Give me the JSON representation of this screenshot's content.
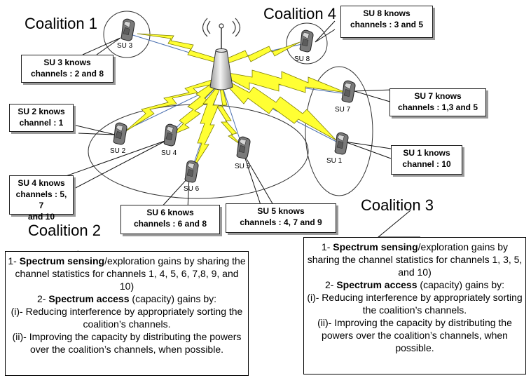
{
  "coalitions": {
    "c1": "Coalition 1",
    "c2": "Coalition 2",
    "c3": "Coalition 3",
    "c4": "Coalition 4"
  },
  "su_names": {
    "su1": "SU 1",
    "su2": "SU 2",
    "su3": "SU 3",
    "su4": "SU 4",
    "su5": "SU 5",
    "su6": "SU 6",
    "su7": "SU 7",
    "su8": "SU 8"
  },
  "knowledge": {
    "su8": [
      "SU 8 knows",
      "channels : 3 and 5"
    ],
    "su3": [
      "SU 3 knows",
      "channels : 2 and 8"
    ],
    "su7": [
      "SU 7 knows",
      "channels : 1,3 and 5"
    ],
    "su2": [
      "SU 2 knows",
      "channel : 1"
    ],
    "su1": [
      "SU 1 knows",
      "channel : 10"
    ],
    "su4": [
      "SU 4 knows",
      "channels : 5, 7",
      "and 10"
    ],
    "su6": [
      "SU 6 knows",
      "channels : 6 and 8"
    ],
    "su5": [
      "SU 5 knows",
      "channels : 4, 7 and 9"
    ]
  },
  "coalition2_box": {
    "l1_prefix": "1- ",
    "l1_bold": "Spectrum sensing",
    "l1_rest": "/exploration gains by sharing the channel statistics for channels 1, 4, 5, 6, 7,8, 9, and 10)",
    "l2_prefix": "2- ",
    "l2_bold": "Spectrum access",
    "l2_rest": " (capacity) gains by:",
    "l3": "(i)- Reducing interference by appropriately sorting the coalition’s channels.",
    "l4": "(ii)- Improving the capacity by distributing the powers over the coalition’s channels, when possible."
  },
  "coalition3_box": {
    "l1_prefix": "1- ",
    "l1_bold": "Spectrum sensing",
    "l1_rest": "/exploration gains by sharing the channel statistics for channels 1, 3, 5, and 10)",
    "l2_prefix": "2- ",
    "l2_bold": "Spectrum access",
    "l2_rest": " (capacity) gains by:",
    "l3": "(i)- Reducing interference by appropriately sorting the coalition’s channels.",
    "l4": "(ii)- Improving the capacity by distributing the powers over the coalition’s channels, when possible."
  },
  "colors": {
    "lightning": "#ffff33",
    "lightning_edge": "#7d7d00",
    "link_line": "#4a6fb0",
    "device_body": "#7a7a7a",
    "device_screen": "#d6d6d6"
  }
}
